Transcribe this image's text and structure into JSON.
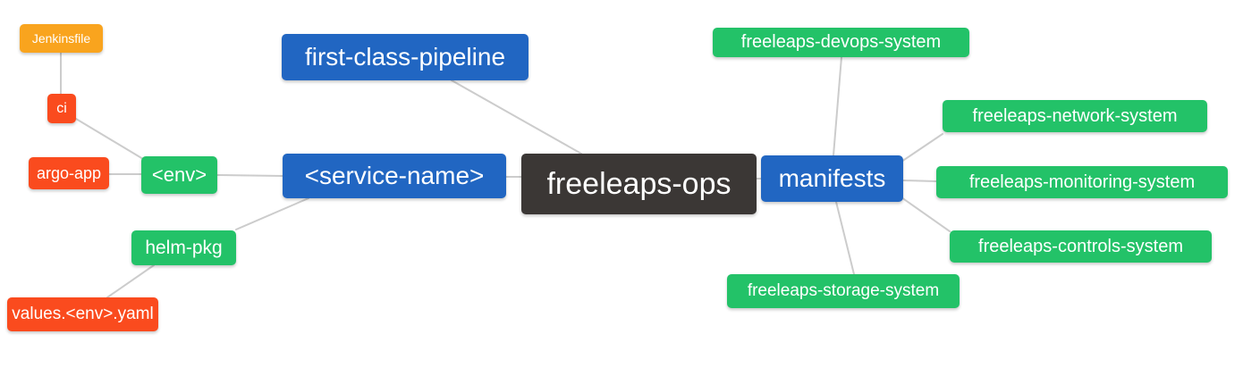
{
  "diagram": {
    "type": "mindmap",
    "background_color": "#ffffff",
    "edge_color": "#cccccc",
    "palette": {
      "root": "#3b3735",
      "branch_blue": "#2166c2",
      "system_green": "#23c268",
      "leaf_red": "#fa4b1e",
      "file_orange": "#f9a41e"
    },
    "nodes": {
      "root": {
        "label": "freeleaps-ops",
        "color": "#3b3735"
      },
      "first_class_pipeline": {
        "label": "first-class-pipeline",
        "color": "#2166c2"
      },
      "service_name": {
        "label": "<service-name>",
        "color": "#2166c2"
      },
      "manifests": {
        "label": "manifests",
        "color": "#2166c2"
      },
      "env": {
        "label": "<env>",
        "color": "#23c268"
      },
      "helm_pkg": {
        "label": "helm-pkg",
        "color": "#23c268"
      },
      "ci": {
        "label": "ci",
        "color": "#fa4b1e"
      },
      "argo_app": {
        "label": "argo-app",
        "color": "#fa4b1e"
      },
      "values_env_yaml": {
        "label": "values.<env>.yaml",
        "color": "#fa4b1e"
      },
      "jenkinsfile": {
        "label": "Jenkinsfile",
        "color": "#f9a41e"
      },
      "devops_system": {
        "label": "freeleaps-devops-system",
        "color": "#23c268"
      },
      "network_system": {
        "label": "freeleaps-network-system",
        "color": "#23c268"
      },
      "monitoring_system": {
        "label": "freeleaps-monitoring-system",
        "color": "#23c268"
      },
      "controls_system": {
        "label": "freeleaps-controls-system",
        "color": "#23c268"
      },
      "storage_system": {
        "label": "freeleaps-storage-system",
        "color": "#23c268"
      }
    },
    "edges": [
      {
        "from": "jenkinsfile",
        "to": "ci"
      },
      {
        "from": "ci",
        "to": "env"
      },
      {
        "from": "argo_app",
        "to": "env"
      },
      {
        "from": "env",
        "to": "service_name"
      },
      {
        "from": "helm_pkg",
        "to": "service_name"
      },
      {
        "from": "values_env_yaml",
        "to": "helm_pkg"
      },
      {
        "from": "first_class_pipeline",
        "to": "root"
      },
      {
        "from": "service_name",
        "to": "root"
      },
      {
        "from": "root",
        "to": "manifests"
      },
      {
        "from": "manifests",
        "to": "devops_system"
      },
      {
        "from": "manifests",
        "to": "network_system"
      },
      {
        "from": "manifests",
        "to": "monitoring_system"
      },
      {
        "from": "manifests",
        "to": "controls_system"
      },
      {
        "from": "manifests",
        "to": "storage_system"
      }
    ]
  }
}
